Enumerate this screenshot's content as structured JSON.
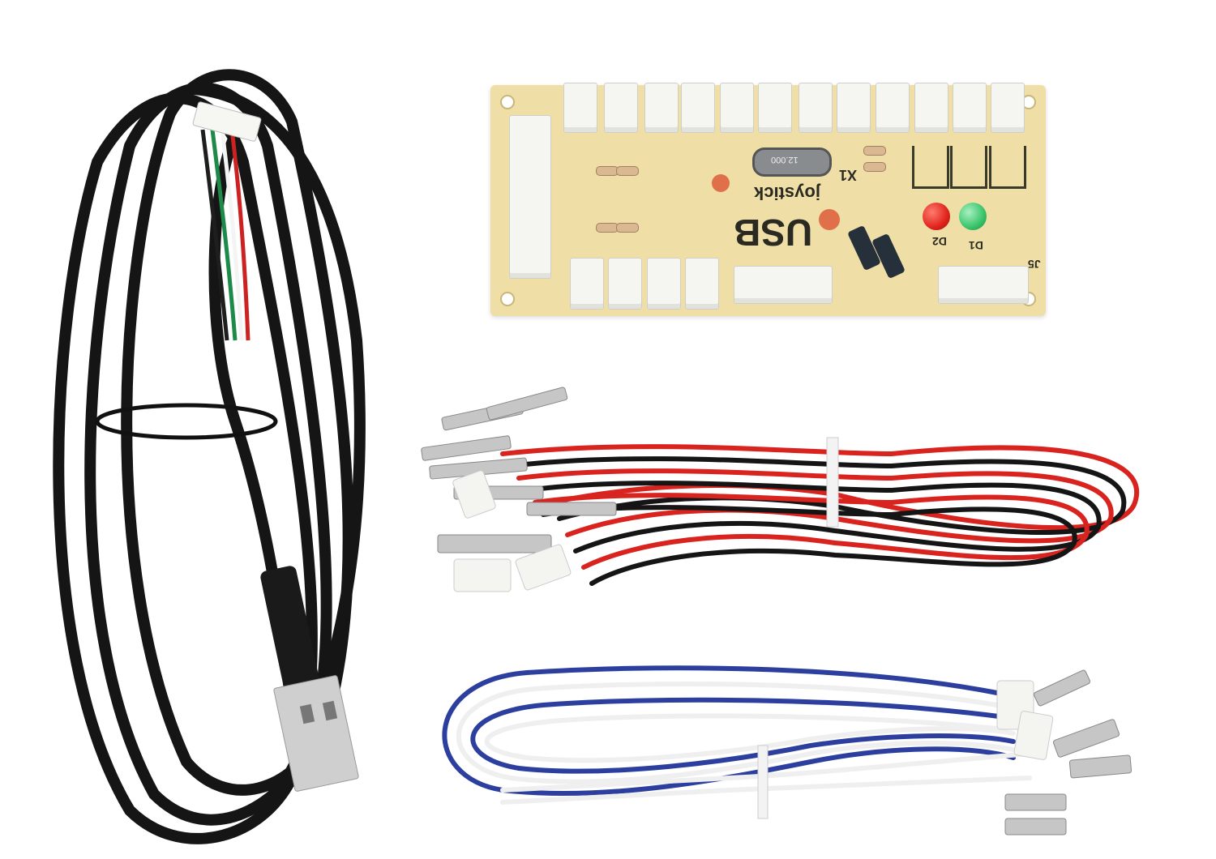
{
  "image": {
    "description": "Product photo of an arcade joystick USB encoder kit on white background",
    "items": [
      {
        "name": "usb-cable",
        "description": "Coiled black USB cable with USB-A plug and 4-pin white connector (black, green, white, red wires)"
      },
      {
        "name": "encoder-board",
        "description": "Yellow PCB with white JST connectors, crystal, red and green LEDs, capacitors"
      },
      {
        "name": "red-black-wire-harness",
        "description": "Bundle of red and black wires with spade terminals and white connectors, zip-tied"
      },
      {
        "name": "blue-white-wire-harness",
        "description": "Bundle of blue and white wires with spade terminals and white connectors, zip-tied"
      }
    ]
  },
  "board": {
    "label_main": "USB",
    "label_sub": "joystick",
    "label_crystal_ref": "X1",
    "crystal_marking": "12.000",
    "led_labels": [
      "D2",
      "D1"
    ],
    "connector_label": "J5"
  },
  "colors": {
    "background": "#ffffff",
    "pcb": "#efdfa6",
    "cable_black": "#151515",
    "wire_red": "#d8231f",
    "wire_blue": "#2d3f9e",
    "wire_white": "#f2f2f2",
    "led_red": "#e0241c",
    "led_green": "#39c46a"
  }
}
